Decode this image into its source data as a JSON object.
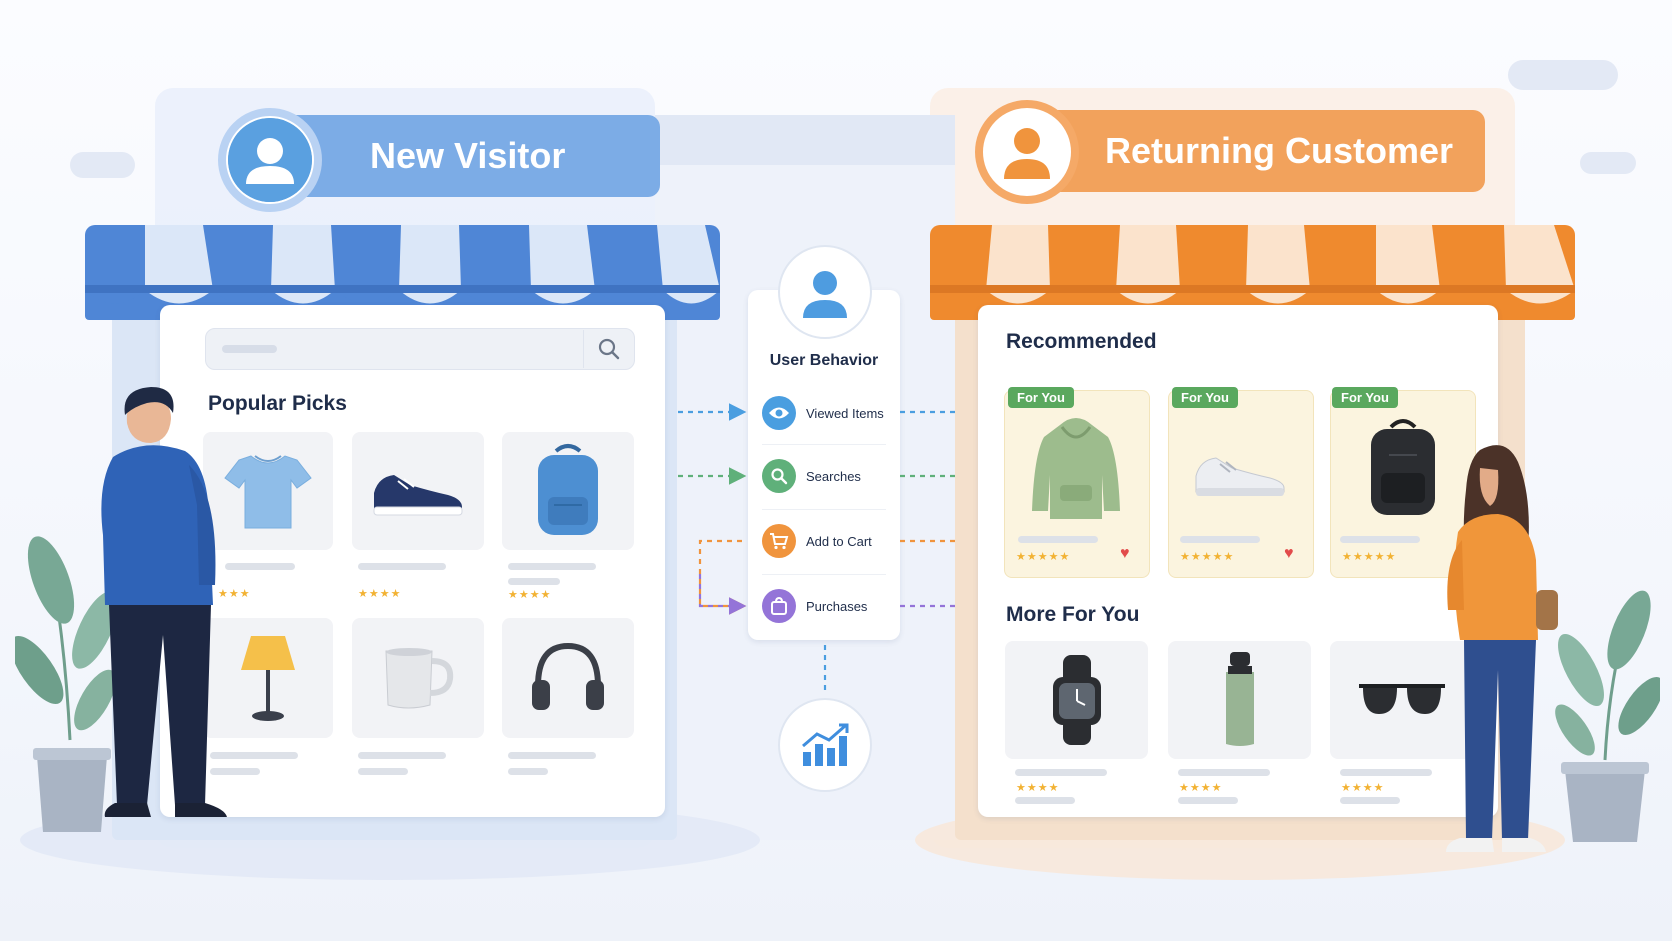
{
  "new_visitor": {
    "title": "New Visitor",
    "section_title": "Popular Picks",
    "products": [
      {
        "name": "tshirt-icon"
      },
      {
        "name": "sneaker-icon"
      },
      {
        "name": "backpack-icon"
      },
      {
        "name": "lamp-icon"
      },
      {
        "name": "mug-icon"
      },
      {
        "name": "headphones-icon"
      }
    ]
  },
  "behavior": {
    "title": "User Behavior",
    "items": [
      {
        "label": "Viewed Items",
        "icon": "eye-icon",
        "color": "#4a9ee0"
      },
      {
        "label": "Searches",
        "icon": "search-icon",
        "color": "#5fb07a"
      },
      {
        "label": "Add to Cart",
        "icon": "cart-icon",
        "color": "#f0943d"
      },
      {
        "label": "Purchases",
        "icon": "bag-icon",
        "color": "#9474d8"
      }
    ]
  },
  "returning_customer": {
    "title": "Returning Customer",
    "recommended_title": "Recommended",
    "badge_label": "For You",
    "recommended": [
      {
        "name": "hoodie-icon"
      },
      {
        "name": "sneaker-icon"
      },
      {
        "name": "backpack-icon"
      }
    ],
    "more_title": "More For You",
    "more": [
      {
        "name": "watch-icon"
      },
      {
        "name": "bottle-icon"
      },
      {
        "name": "sunglasses-icon"
      }
    ]
  },
  "colors": {
    "new_accent": "#7cace6",
    "returning_accent": "#f2a25c"
  }
}
